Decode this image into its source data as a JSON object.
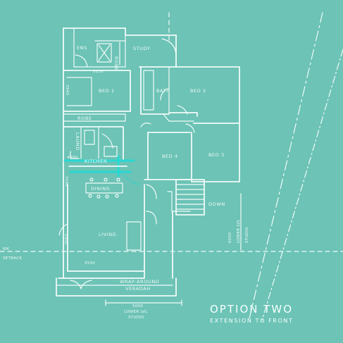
{
  "title": {
    "main": "OPTION TWO",
    "sub": "EXTENSION TO FRONT"
  },
  "rooms": {
    "ens": "ENS",
    "study": "STUDY",
    "robe_small": "ROBE",
    "bed1": "BED 1",
    "bath": "BATH",
    "bed2": "BED 2",
    "robe": "ROBE",
    "laund": "LAUND",
    "bed4": "BED 4",
    "bed3": "BED 3",
    "kitchen": "KITCHEN",
    "dining": "DINING",
    "living": "LIVING",
    "veranda_line1": "WRAP-AROUND",
    "veranda_line2": "VERADAH",
    "down": "DOWN"
  },
  "dims": {
    "d5230": "5230",
    "d3940": "3940",
    "d4000": "4000",
    "d3580": "3580",
    "d5900": "5900",
    "d5550": "5550",
    "d5000": "5000",
    "d6000": "6000",
    "lower_lvl": "LOWER LVL",
    "studio": "STUDIO",
    "studio_side": "STUDIO"
  },
  "setback": {
    "distance": "6M",
    "label": "SETBACK"
  },
  "colors": {
    "background": "#6cc3b6",
    "line": "#f2fbf9",
    "accent": "#27d8d3"
  }
}
